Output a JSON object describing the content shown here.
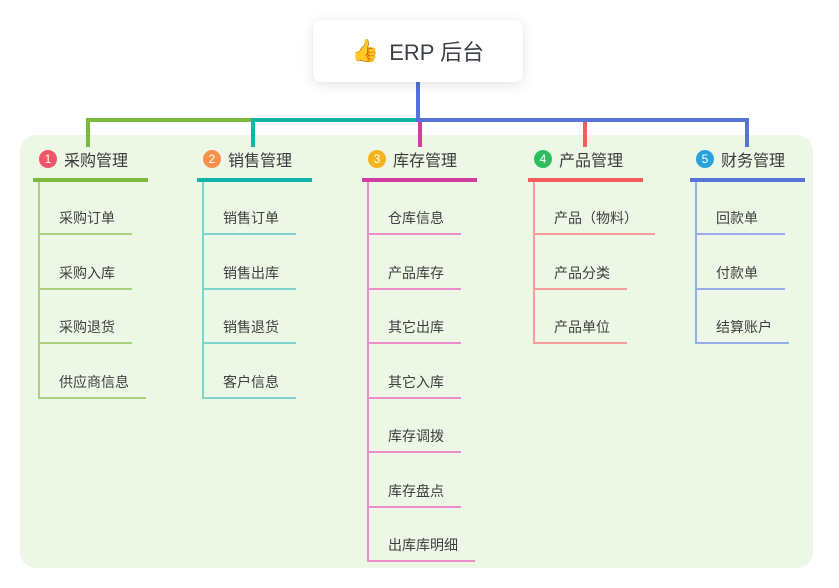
{
  "root": {
    "icon": "👍",
    "title": "ERP 后台"
  },
  "panel_color": "#EDF7E6",
  "branches": [
    {
      "badge": "1",
      "title": "采购管理",
      "badge_color": "#F25468",
      "line_color": "#7CB93F",
      "item_line_color": "#A9D17F",
      "items": [
        "采购订单",
        "采购入库",
        "采购退货",
        "供应商信息"
      ]
    },
    {
      "badge": "2",
      "title": "销售管理",
      "badge_color": "#F9914D",
      "line_color": "#14B4A8",
      "item_line_color": "#7FD5CB",
      "items": [
        "销售订单",
        "销售出库",
        "销售退货",
        "客户信息"
      ]
    },
    {
      "badge": "3",
      "title": "库存管理",
      "badge_color": "#F6B21D",
      "line_color": "#D23E9F",
      "item_line_color": "#E98FC7",
      "items": [
        "仓库信息",
        "产品库存",
        "其它出库",
        "其它入库",
        "库存调拨",
        "库存盘点",
        "出库库明细"
      ]
    },
    {
      "badge": "4",
      "title": "产品管理",
      "badge_color": "#2EBE5F",
      "line_color": "#F15C5F",
      "item_line_color": "#F59D9D",
      "items": [
        "产品（物料）",
        "产品分类",
        "产品单位"
      ]
    },
    {
      "badge": "5",
      "title": "财务管理",
      "badge_color": "#29A2DC",
      "line_color": "#5573D8",
      "item_line_color": "#98ACE9",
      "items": [
        "回款单",
        "付款单",
        "结算账户"
      ]
    }
  ]
}
